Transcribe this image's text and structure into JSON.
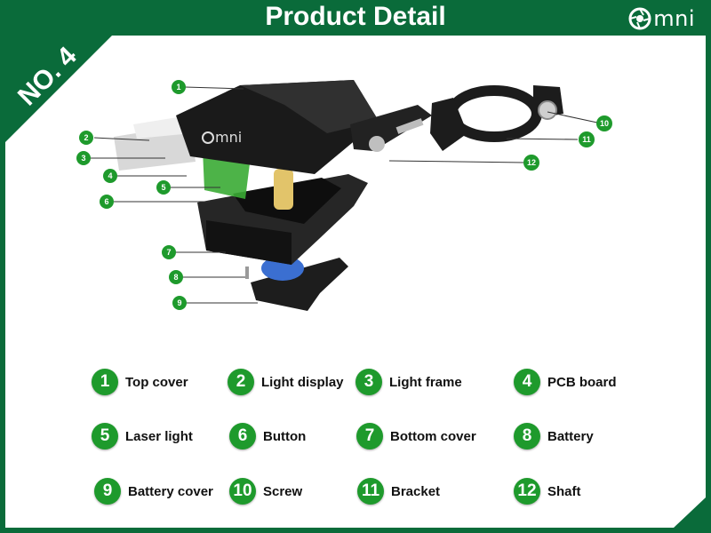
{
  "header": {
    "title": "Product Detail",
    "badge": "NO. 4",
    "brand": "mni"
  },
  "colors": {
    "brand_green": "#0a6b3a",
    "badge_green": "#1e9a2c",
    "background": "#ffffff"
  },
  "callouts": [
    "1",
    "2",
    "3",
    "4",
    "5",
    "6",
    "7",
    "8",
    "9",
    "10",
    "11",
    "12"
  ],
  "legend": [
    {
      "num": "1",
      "label": "Top cover"
    },
    {
      "num": "2",
      "label": "Light display"
    },
    {
      "num": "3",
      "label": "Light frame"
    },
    {
      "num": "4",
      "label": "PCB board"
    },
    {
      "num": "5",
      "label": "Laser light"
    },
    {
      "num": "6",
      "label": "Button"
    },
    {
      "num": "7",
      "label": "Bottom cover"
    },
    {
      "num": "8",
      "label": "Battery"
    },
    {
      "num": "9",
      "label": "Battery cover"
    },
    {
      "num": "10",
      "label": "Screw"
    },
    {
      "num": "11",
      "label": "Bracket"
    },
    {
      "num": "12",
      "label": "Shaft"
    }
  ],
  "device_logo_text": "mni"
}
